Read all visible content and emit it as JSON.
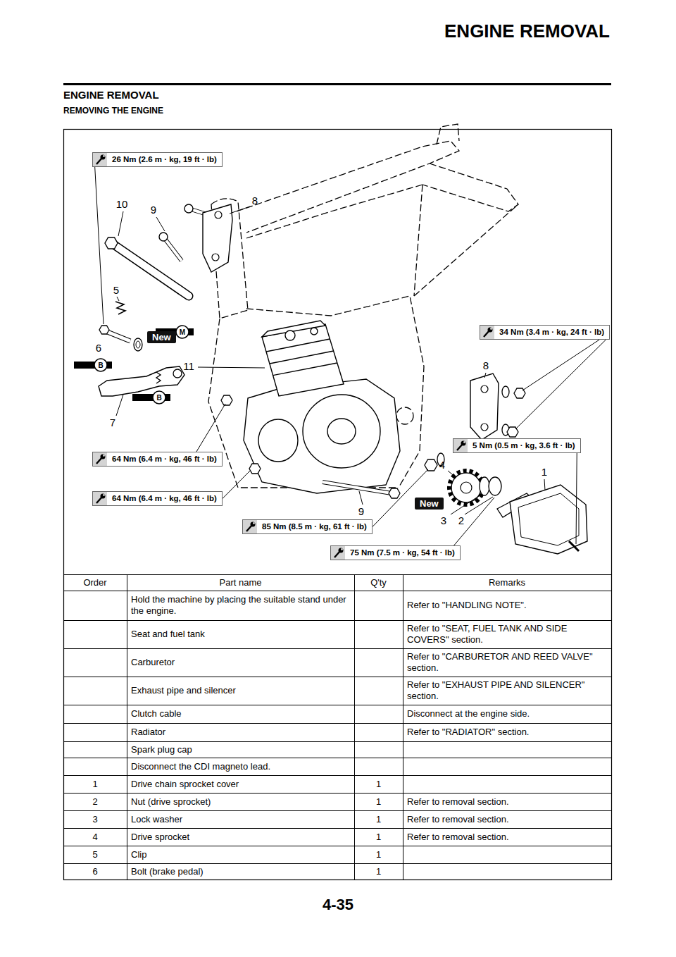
{
  "diagram": {
    "title": "ENGINE REMOVAL",
    "nodes": [
      {
        "text": [
          "26 Nm (2.6 m · kg, 19 ft · lb)"
        ]
      },
      {
        "text": [
          "New"
        ]
      },
      {
        "text": [
          "34 Nm (3.4 m · kg, 24 ft · lb)"
        ]
      },
      {
        "text": [
          "64 Nm (6.4 m · kg, 46 ft · lb)"
        ]
      },
      {
        "text": [
          "5 Nm (0.5 m · kg, 3.6 ft · lb)"
        ]
      },
      {
        "text": [
          "64 Nm (6.4 m · kg, 46 ft · lb)"
        ]
      },
      {
        "text": [
          "New"
        ]
      },
      {
        "text": [
          "85 Nm (8.5 m · kg, 61 ft · lb)"
        ]
      },
      {
        "text": [
          "75 Nm (7.5 m · kg, 54 ft · lb)"
        ]
      }
    ],
    "labels": [
      "ENGINE REMOVAL",
      "REMOVING THE ENGINE",
      "4-35",
      "10",
      "9",
      "8",
      "5",
      "6",
      "11",
      "8",
      "7",
      "4",
      "1",
      "3",
      "2",
      "9",
      "M",
      "B",
      "B",
      "Order",
      "Part name",
      "Q'ty",
      "Remarks",
      "Hold the machine by placing the suitable stand under the engine.",
      "Refer to \"HANDLING NOTE\".",
      "Seat and fuel tank",
      "Refer to \"SEAT, FUEL TANK AND SIDE COVERS\" section.",
      "Carburetor",
      "Refer to \"CARBURETOR AND REED VALVE\" section.",
      "Exhaust pipe and silencer",
      "Refer to \"EXHAUST PIPE AND SILENCER\" section.",
      "Clutch cable",
      "Disconnect at the engine side.",
      "Radiator",
      "Refer to \"RADIATOR\" section.",
      "Spark plug cap",
      "Disconnect the CDI magneto lead.",
      "1",
      "Drive chain sprocket cover",
      "1",
      "2",
      "Nut (drive sprocket)",
      "1",
      "Refer to removal section.",
      "3",
      "Lock washer",
      "1",
      "Refer to removal section.",
      "4",
      "Drive sprocket",
      "1",
      "Refer to removal section.",
      "5",
      "Clip",
      "1",
      "6",
      "Bolt (brake pedal)",
      "1"
    ]
  }
}
